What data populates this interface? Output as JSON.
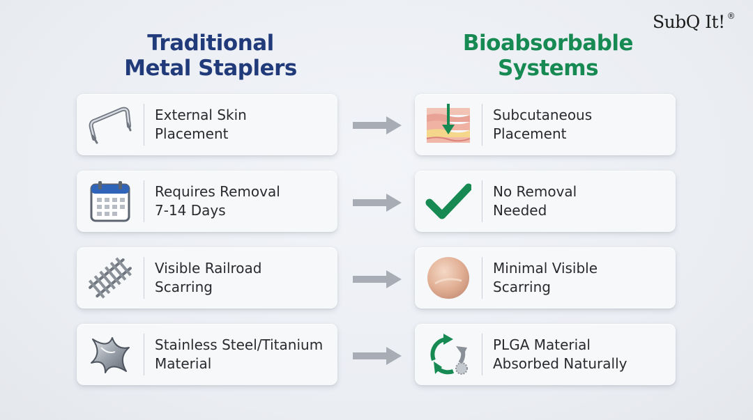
{
  "brand": {
    "name": "SubQ It!",
    "mark": "®"
  },
  "columns": {
    "left": {
      "title_line1": "Traditional",
      "title_line2": "Metal Staplers",
      "color": "#213a7a"
    },
    "right": {
      "title_line1": "Bioabsorbable",
      "title_line2": "Systems",
      "color": "#168a52"
    }
  },
  "rows": [
    {
      "left": {
        "icon": "staple-icon",
        "line1": "External Skin",
        "line2": "Placement"
      },
      "right": {
        "icon": "skin-layers-icon",
        "line1": "Subcutaneous",
        "line2": "Placement"
      }
    },
    {
      "left": {
        "icon": "calendar-icon",
        "line1": "Requires Removal",
        "line2": "7-14 Days"
      },
      "right": {
        "icon": "checkmark-icon",
        "line1": "No Removal",
        "line2": "Needed"
      }
    },
    {
      "left": {
        "icon": "railroad-icon",
        "line1": "Visible Railroad",
        "line2": "Scarring"
      },
      "right": {
        "icon": "smooth-skin-icon",
        "line1": "Minimal Visible",
        "line2": "Scarring"
      }
    },
    {
      "left": {
        "icon": "metal-material-icon",
        "line1": "Stainless Steel/Titanium",
        "line2": "Material"
      },
      "right": {
        "icon": "recycle-icon",
        "line1": "PLGA Material",
        "line2": "Absorbed Naturally"
      }
    }
  ],
  "colors": {
    "accent_green": "#168a52",
    "accent_blue": "#213a7a",
    "arrow_gray": "#a8adb5"
  }
}
